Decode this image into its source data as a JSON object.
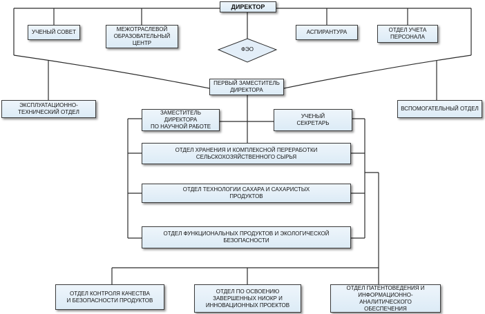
{
  "nodes": {
    "director": "ДИРЕКТОР",
    "academic_council": "УЧЕНЫЙ СОВЕТ",
    "interdept_center": "МЕЖОТРАСЛЕВОЙ\nОБРАЗОВАТЕЛЬНЫЙ\nЦЕНТР",
    "feo": "ФЭО",
    "postgraduate": "АСПИРАНТУРА",
    "personnel": "ОТДЕЛ УЧЕТА\nПЕРСОНАЛА",
    "first_deputy": "ПЕРВЫЙ ЗАМЕСТИТЕЛЬ\nДИРЕКТОРА",
    "operations_dept": "ЭКСПЛУАТАЦИОННО-\nТЕХНИЧЕСКИЙ ОТДЕЛ",
    "auxiliary_dept": "ВСПОМОГАТЕЛЬНЫЙ ОТДЕЛ",
    "deputy_science": "ЗАМЕСТИТЕЛЬ ДИРЕКТОРА\nПО НАУЧНОЙ РАБОТЕ",
    "scientific_secretary": "УЧЕНЫЙ\nСЕКРЕТАРЬ",
    "storage_dept": "ОТДЕЛ ХРАНЕНИЯ И КОМПЛЕКСНОЙ ПЕРЕРАБОТКИ\nСЕЛЬСКОХОЗЯЙСТВЕННОГО СЫРЬЯ",
    "sugar_dept": "ОТДЕЛ ТЕХНОЛОГИИ САХАРА И САХАРИСТЫХ\nПРОДУКТОВ",
    "functional_dept": "ОТДЕЛ ФУНКЦИОНАЛЬНЫХ ПРОДУКТОВ И ЭКОЛОГИЧЕСКОЙ\nБЕЗОПАСНОСТИ",
    "quality_dept": "ОТДЕЛ КОНТРОЛЯ КАЧЕСТВА\nИ БЕЗОПАСНОСТИ ПРОДУКТОВ",
    "rd_dept": "ОТДЕЛ ПО ОСВОЕНИЮ\nЗАВЕРШЕННЫХ НИОКР И\nИННОВАЦИОННЫХ  ПРОЕКТОВ",
    "patent_dept": "ОТДЕЛ ПАТЕНТОВЕДЕНИЯ И\nИНФОРМАЦИОННО-АНАЛИТИЧЕСКОГО\nОБЕСПЕЧЕНИЯ"
  }
}
